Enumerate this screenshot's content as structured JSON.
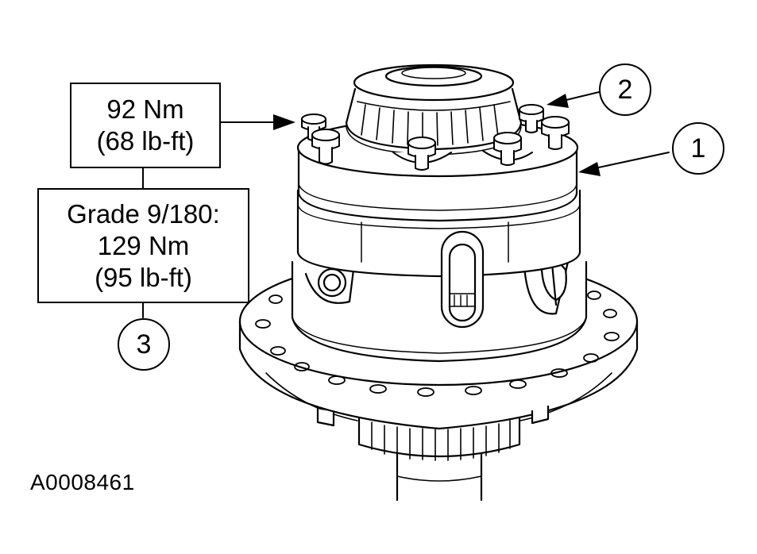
{
  "torque_box_upper": {
    "line1": "92 Nm",
    "line2": "(68 lb-ft)"
  },
  "torque_box_lower": {
    "line1": "Grade 9/180:",
    "line2": "129 Nm",
    "line3": "(95 lb-ft)"
  },
  "callouts": {
    "c1": "1",
    "c2": "2",
    "c3": "3"
  },
  "figure_id": "A0008461"
}
